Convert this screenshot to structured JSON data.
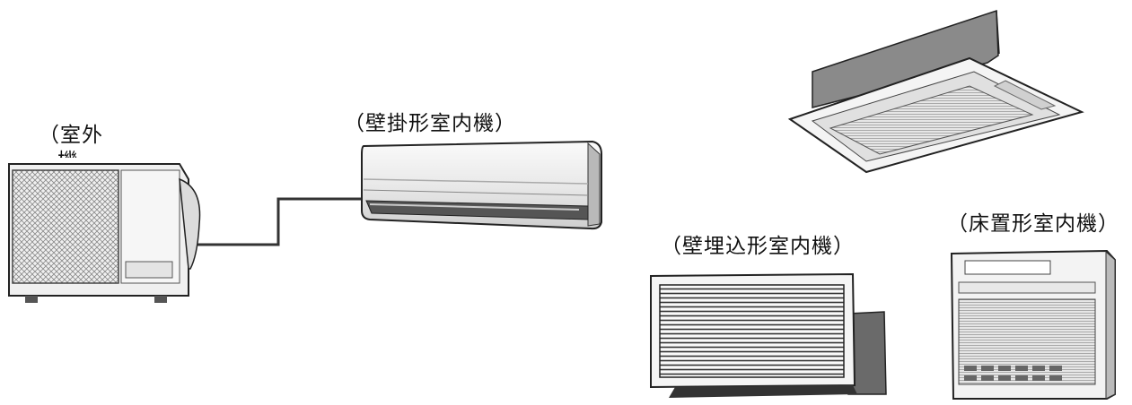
{
  "labels": {
    "outdoor": "（室外",
    "outdoor_cut": "機",
    "wall_mounted": "（壁掛形室内機）",
    "wall_recessed": "（壁埋込形室内機）",
    "floor_standing": "（床置形室内機）"
  },
  "colors": {
    "outline": "#222222",
    "body": "#f2f2f2",
    "shade": "#bdbdbd",
    "dark": "#555555"
  },
  "icons": [
    "outdoor-unit-icon",
    "wall-mounted-unit-icon",
    "ceiling-cassette-unit-icon",
    "wall-recessed-unit-icon",
    "floor-standing-unit-icon"
  ]
}
